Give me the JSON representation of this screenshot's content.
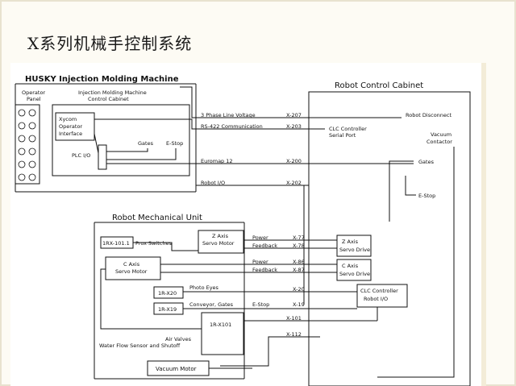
{
  "title": "X系列机械手控制系统",
  "diagram": {
    "husky_title": "HUSKY Injection Molding Machine",
    "operator_panel": [
      "Operator",
      "Panel"
    ],
    "imm_cabinet": [
      "Injection Molding Machine",
      "Control Cabinet"
    ],
    "xycom": [
      "Xycom",
      "Operator",
      "Interface"
    ],
    "gates": "Gates",
    "estop": "E-Stop",
    "plc_io": "PLC I/O",
    "robot_cabinet_title": "Robot Control Cabinet",
    "robot_disconnect": "Robot Disconnect",
    "clc_serial": [
      "CLC Controller",
      "Serial Port"
    ],
    "vacuum_contactor": [
      "Vacuum",
      "Contactor"
    ],
    "gates_right": "Gates",
    "estop_right": "E-Stop",
    "link_3phase": "3 Phase Line Voltage",
    "link_3phase_x": "X-207",
    "link_rs422": "RS-422 Communication",
    "link_rs422_x": "X-203",
    "link_euromap": "Euromap 12",
    "link_euromap_x": "X-200",
    "link_robotio": "Robot I/O",
    "link_robotio_x": "X-202",
    "mech_title": "Robot Mechanical Unit",
    "z_axis_motor": [
      "Z Axis",
      "Servo Motor"
    ],
    "irx": "1RX-101.1",
    "prox": "Prox Switches",
    "c_axis_motor": [
      "C Axis",
      "Servo Motor"
    ],
    "power_1": "Power",
    "feedback_1": "Feedback",
    "x77": "X-77",
    "x78": "X-78",
    "power_2": "Power",
    "feedback_2": "Feedback",
    "x86": "X-86",
    "x87": "X-87",
    "z_drive": [
      "Z Axis",
      "Servo Drive"
    ],
    "c_drive": [
      "C Axis",
      "Servo Drive"
    ],
    "ir_x20": "1R-X20",
    "photo_eyes": "Photo Eyes",
    "x20": "X-20",
    "ir_x19": "1R-X19",
    "conveyor_gates": "Conveyor, Gates",
    "estop_mid": "E-Stop",
    "x19": "X-19",
    "clc_robotio": [
      "CLC Controller",
      "Robot I/O"
    ],
    "ir_x101": "1R-X101",
    "x101": "X-101",
    "air_valves": [
      "Air Valves",
      "Water Flow Sensor and Shutoff"
    ],
    "x112": "X-112",
    "vacuum_motor": "Vacuum Motor"
  }
}
